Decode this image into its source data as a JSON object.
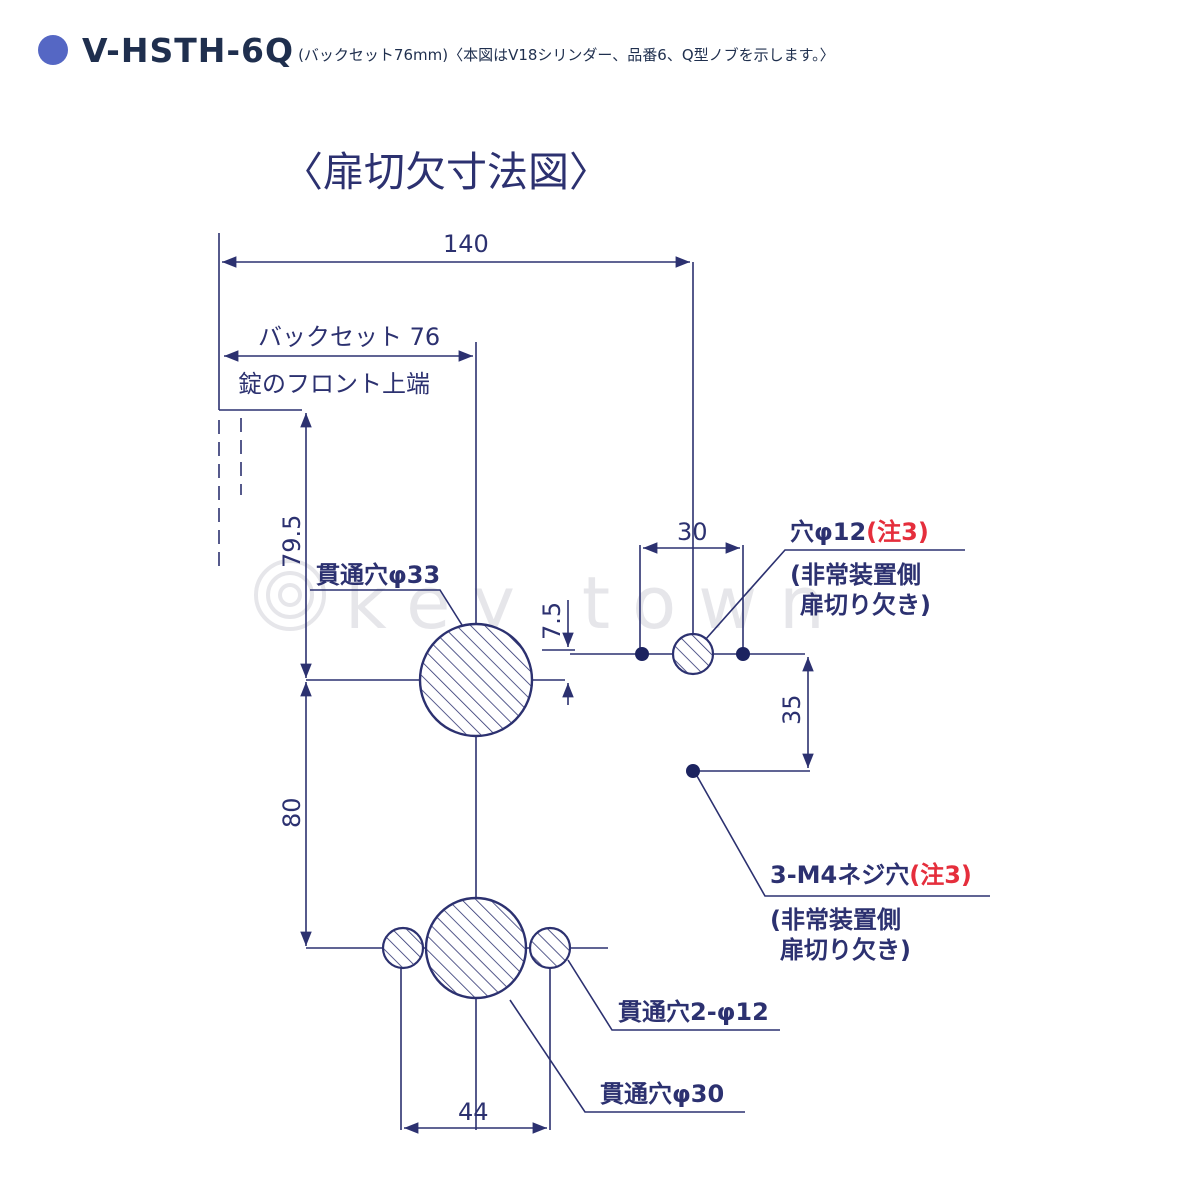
{
  "header": {
    "bullet_color": "#5567c4",
    "model": "V-HSTH-6Q",
    "note": "(バックセット76mm)〈本図はV18シリンダー、品番6、Q型ノブを示します。〉"
  },
  "diagram": {
    "title": "〈扉切欠寸法図〉",
    "line_color": "#2c3170",
    "note_color": "#e52e3c",
    "dimensions": {
      "total_width": "140",
      "backset": "バックセット 76",
      "front_top_label": "錠のフロント上端",
      "height_to_knob": "79.5",
      "knob_to_lower": "80",
      "offset_small": "7.5",
      "hole_spacing": "30",
      "screw_spacing": "35",
      "lower_spacing": "44"
    },
    "labels": {
      "through_hole_33": "貫通穴φ33",
      "hole_12_prefix": "穴φ12",
      "hole_12_note": "(注3)",
      "emergency_line1": "(非常装置側",
      "emergency_line2": "扉切り欠き)",
      "screw_prefix": "3-M4ネジ穴",
      "screw_note": "(注3)",
      "through_hole_2_12": "貫通穴2-φ12",
      "through_hole_30": "貫通穴φ30"
    },
    "watermark": "key town"
  }
}
